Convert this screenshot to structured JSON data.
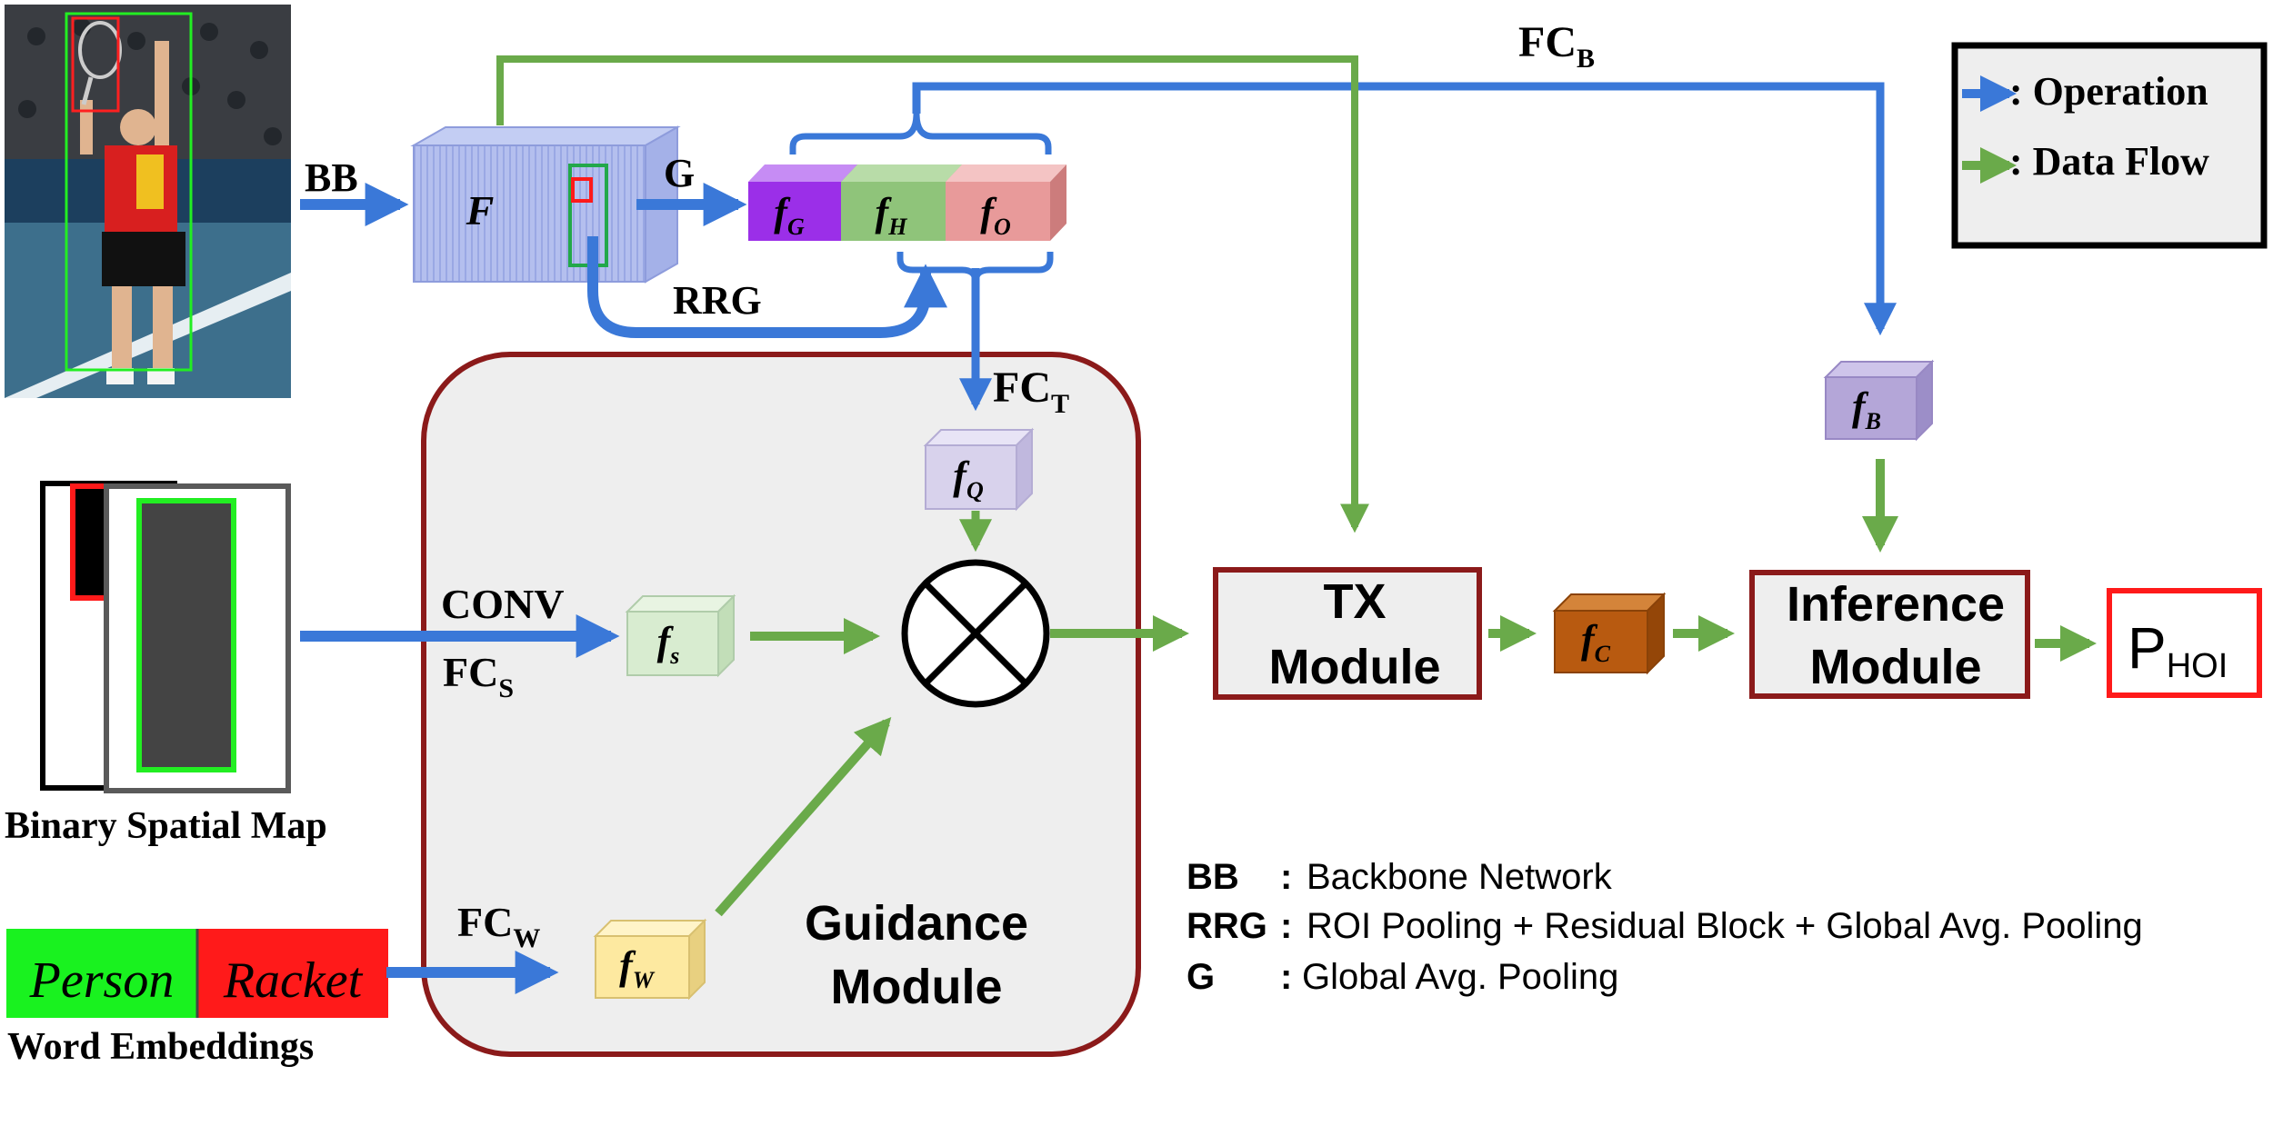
{
  "colors": {
    "operation_arrow": "#3a78d8",
    "dataflow_arrow": "#6aaa4a",
    "module_border": "#8b1a1a",
    "guidance_fill": "#eeeeee",
    "feature_map": "#b4bfee",
    "f_g": "#9b2fe8",
    "f_h": "#8fc47a",
    "f_o": "#e89a9a",
    "f_q": "#d8d2ec",
    "f_s": "#d8ecd0",
    "f_w": "#fde9a0",
    "f_b": "#b4a6d8",
    "f_c": "#b85a10",
    "person_word": "#19f21f",
    "racket_word": "#ff1a1a"
  },
  "icons": {
    "multiply": "circle-cross-icon",
    "photo": "tennis-player-photo"
  },
  "labels": {
    "bb_arrow": "BB",
    "g_arrow": "G",
    "rrg_arrow": "RRG",
    "fc_b": {
      "main": "FC",
      "sub": "B"
    },
    "fc_t": {
      "main": "FC",
      "sub": "T"
    },
    "conv": "CONV",
    "fc_s": {
      "main": "FC",
      "sub": "S"
    },
    "fc_w": {
      "main": "FC",
      "sub": "W"
    },
    "binary_spatial_map": "Binary Spatial Map",
    "word_embeddings": "Word Embeddings",
    "person": "Person",
    "racket": "Racket"
  },
  "features": {
    "F": {
      "main": "F",
      "sub": ""
    },
    "f_g": {
      "main": "f",
      "sub": "G"
    },
    "f_h": {
      "main": "f",
      "sub": "H"
    },
    "f_o": {
      "main": "f",
      "sub": "O"
    },
    "f_q": {
      "main": "f",
      "sub": "Q"
    },
    "f_s": {
      "main": "f",
      "sub": "s"
    },
    "f_w": {
      "main": "f",
      "sub": "W"
    },
    "f_b": {
      "main": "f",
      "sub": "B"
    },
    "f_c": {
      "main": "f",
      "sub": "C"
    }
  },
  "modules": {
    "guidance": {
      "line1": "Guidance",
      "line2": "Module"
    },
    "tx": {
      "line1": "TX",
      "line2": "Module"
    },
    "inference": {
      "line1": "Inference",
      "line2": "Module"
    },
    "output": {
      "main": "P",
      "sub": "HOI"
    }
  },
  "legend": {
    "operation": ": Operation",
    "data_flow": ": Data Flow"
  },
  "abbreviations": [
    {
      "key": "BB",
      "sep": ":",
      "value": "Backbone Network"
    },
    {
      "key": "RRG",
      "sep": ":",
      "value": "ROI Pooling + Residual Block + Global Avg. Pooling"
    },
    {
      "key": "G",
      "sep": ":",
      "value": "Global Avg. Pooling"
    }
  ]
}
